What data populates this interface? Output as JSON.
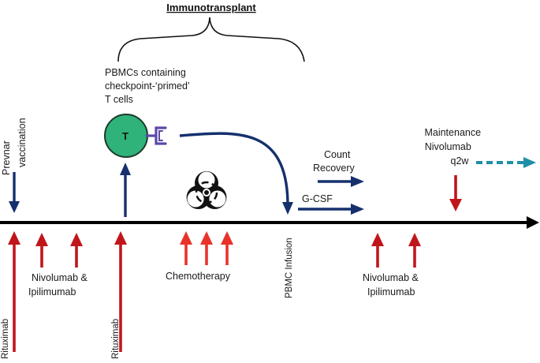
{
  "title": "Immunotransplant",
  "pbmc_text": [
    "PBMCs containing",
    "checkpoint-‘primed’",
    "T cells"
  ],
  "t_cell_label": "T",
  "prevnar_lines": [
    "Prevnar",
    "vaccination"
  ],
  "count_recovery_lines": [
    "Count",
    "Recovery"
  ],
  "gcsf": "G-CSF",
  "maintenance_lines": [
    "Maintenance",
    "Nivolumab",
    "q2w"
  ],
  "nivo_ipi_left": [
    "Nivolumab &",
    "Ipilimumab"
  ],
  "nivo_ipi_right": [
    "Nivolumab &",
    "Ipilimumab"
  ],
  "chemotherapy": "Chemotherapy",
  "rituximab_1": "Rituximab",
  "rituximab_2": "Rituximab",
  "pbmc_infusion": "PBMC Infusion",
  "colors": {
    "navy": "#16306e",
    "red": "#c0161b",
    "bright_red": "#e8332b",
    "teal": "#1f8fa6",
    "cell_green": "#2fb37a",
    "receptor": "#5b4aa8",
    "timeline": "#000000"
  }
}
